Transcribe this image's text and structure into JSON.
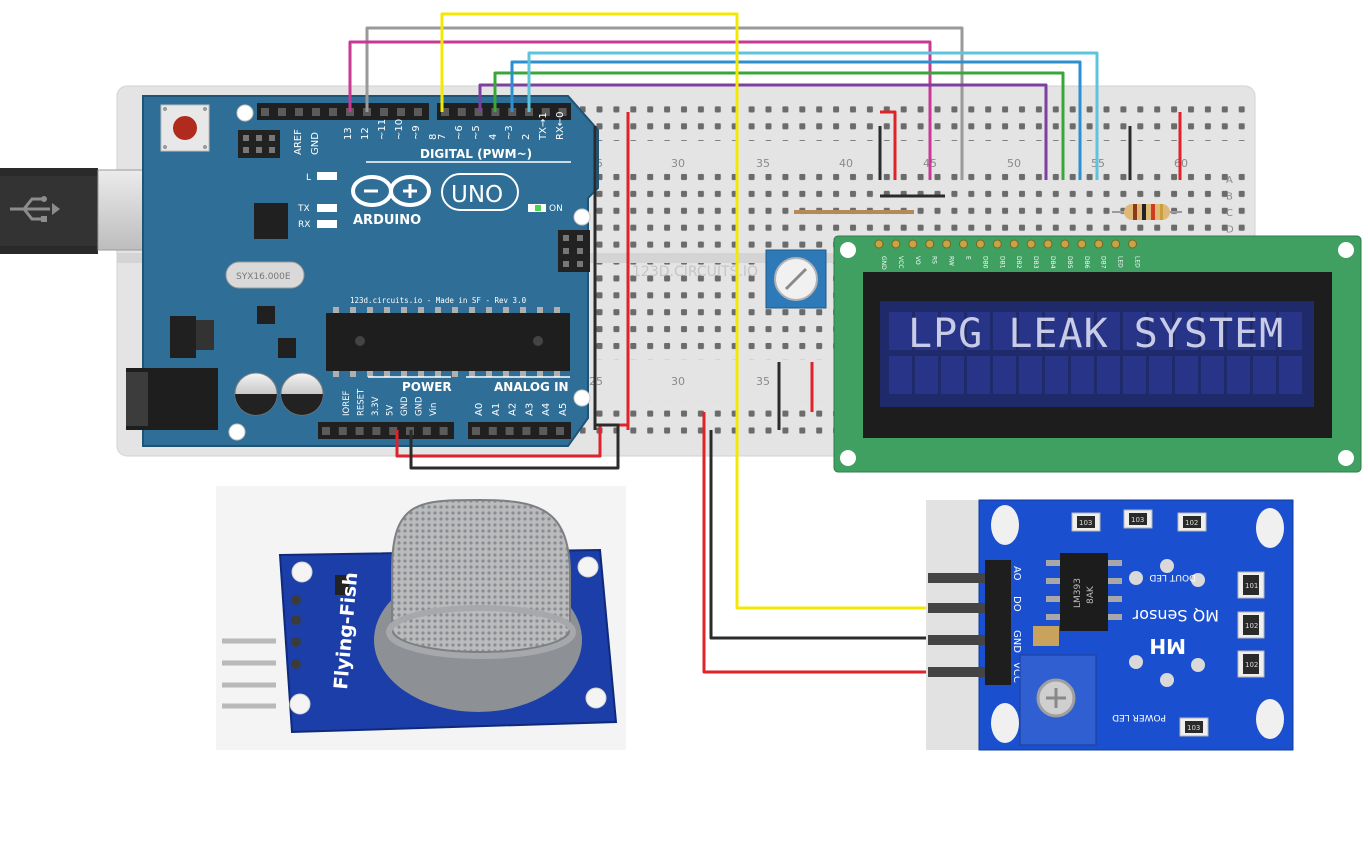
{
  "arduino": {
    "header_labels": [
      "AREF",
      "GND",
      "13",
      "12",
      "~11",
      "~10",
      "~9",
      "8",
      "7",
      "~6",
      "~5",
      "4",
      "~3",
      "2",
      "TX→1",
      "RX←0"
    ],
    "digital_label": "DIGITAL (PWM~)",
    "brand": "ARDUINO",
    "model": "UNO",
    "led_l": "L",
    "led_tx": "TX",
    "led_rx": "RX",
    "led_on": "ON",
    "crystal": "SYX16.000E",
    "credit": "123d.circuits.io - Made in SF - Rev 3.0",
    "power_label": "POWER",
    "analog_label": "ANALOG IN",
    "power_pins": [
      "IOREF",
      "RESET",
      "3.3V",
      "5V",
      "GND",
      "GND",
      "Vin"
    ],
    "analog_pins": [
      "A0",
      "A1",
      "A2",
      "A3",
      "A4",
      "A5"
    ]
  },
  "breadboard": {
    "top_numbers": [
      "25",
      "30",
      "35",
      "40",
      "45",
      "50",
      "55",
      "60"
    ],
    "bottom_numbers": [
      "25",
      "30",
      "35"
    ],
    "row_letters": [
      "A",
      "B",
      "C",
      "D"
    ],
    "watermark": "123D.CIRCUITS.IO"
  },
  "lcd": {
    "pins": [
      "GND",
      "VCC",
      "VO",
      "RS",
      "RW",
      "E",
      "DB0",
      "DB1",
      "DB2",
      "DB3",
      "DB4",
      "DB5",
      "DB6",
      "DB7",
      "LED",
      "LED"
    ],
    "text": "LPG LEAK SYSTEM",
    "bezel_color": "#1f2a6b",
    "pcb_color": "#3fa062"
  },
  "gas_sensor_left": {
    "brand": "Flying-Fish"
  },
  "gas_sensor_right": {
    "pin_labels": [
      "AO",
      "DO",
      "GND",
      "VCC"
    ],
    "chip": "LM393",
    "chip_code": "8AK",
    "dout_led": "DOUT LED",
    "power_led": "POWER LED",
    "title_line1": "MQ Sensor",
    "title_line2": "MH",
    "smd_codes": [
      "103",
      "102",
      "101",
      "102",
      "102",
      "103",
      "103"
    ]
  },
  "wire_colors": {
    "yellow": "#f5e800",
    "gray": "#9a9a9a",
    "magenta": "#c73a94",
    "purple": "#7d3fa0",
    "green": "#3aa63a",
    "blue": "#2e8fd0",
    "light_blue": "#5ec4dc",
    "red": "#e0222a",
    "black": "#2b2b2b"
  }
}
